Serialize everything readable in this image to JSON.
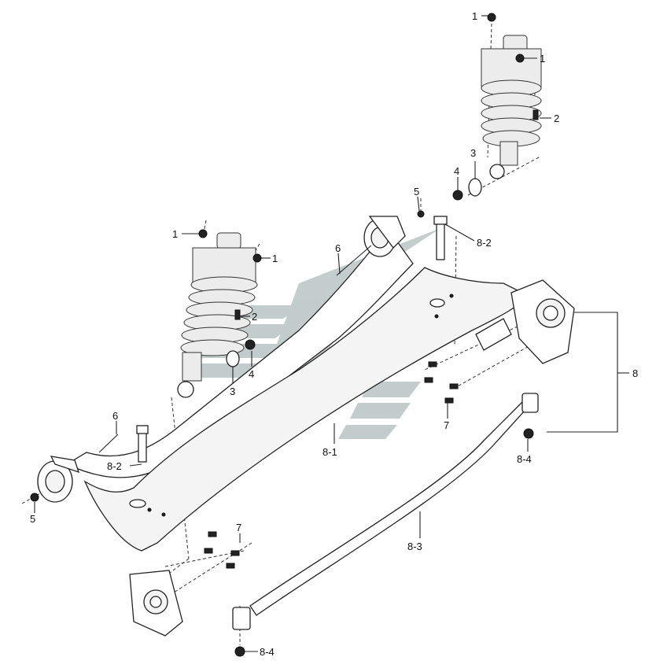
{
  "callouts": {
    "c1a": "1",
    "c1b": "1",
    "c1c": "1",
    "c1d": "1",
    "c2a": "2",
    "c2b": "2",
    "c3a": "3",
    "c3b": "3",
    "c4a": "4",
    "c4b": "4",
    "c5a": "5",
    "c5b": "5",
    "c6a": "6",
    "c6b": "6",
    "c7a": "7",
    "c7b": "7",
    "c8": "8",
    "c81": "8-1",
    "c82a": "8-2",
    "c82b": "8-2",
    "c83": "8-3",
    "c84a": "8-4",
    "c84b": "8-4"
  },
  "colors": {
    "watermark": "#b9c4c4",
    "line": "#222222"
  },
  "icons": {
    "watermark": "brand-logo-watermark"
  }
}
